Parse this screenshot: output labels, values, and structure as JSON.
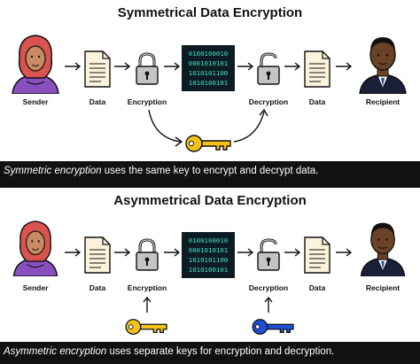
{
  "symmetric": {
    "title": "Symmetrical Data Encryption",
    "labels": {
      "sender": "Sender",
      "data_left": "Data",
      "encryption": "Encryption",
      "decryption": "Decryption",
      "data_right": "Data",
      "recipient": "Recipient"
    },
    "binary": [
      "0100100010",
      "0001010101",
      "1010101100",
      "1010100101"
    ],
    "caption_em": "Symmetric encryption",
    "caption_rest": " uses the same key to encrypt and decrypt data.",
    "key_color": "#f4c21b"
  },
  "asymmetric": {
    "title": "Asymmetrical Data Encryption",
    "labels": {
      "sender": "Sender",
      "data_left": "Data",
      "encryption": "Encryption",
      "decryption": "Decryption",
      "data_right": "Data",
      "recipient": "Recipient"
    },
    "binary": [
      "0100100010",
      "0001010101",
      "1010101100",
      "1010100101"
    ],
    "caption_em": "Asymmetric encryption",
    "caption_rest": " uses separate keys for encryption and decryption.",
    "encrypt_key_color": "#f4c21b",
    "decrypt_key_color": "#1f4fd6"
  },
  "colors": {
    "background": "#111111",
    "panel": "#ffffff",
    "binary_text": "#3fe0c5",
    "binary_bg": "#0d1b22",
    "sender_scarf": "#d9534f",
    "sender_shirt": "#8a4fbf",
    "recipient_suit": "#1a1f3a"
  }
}
